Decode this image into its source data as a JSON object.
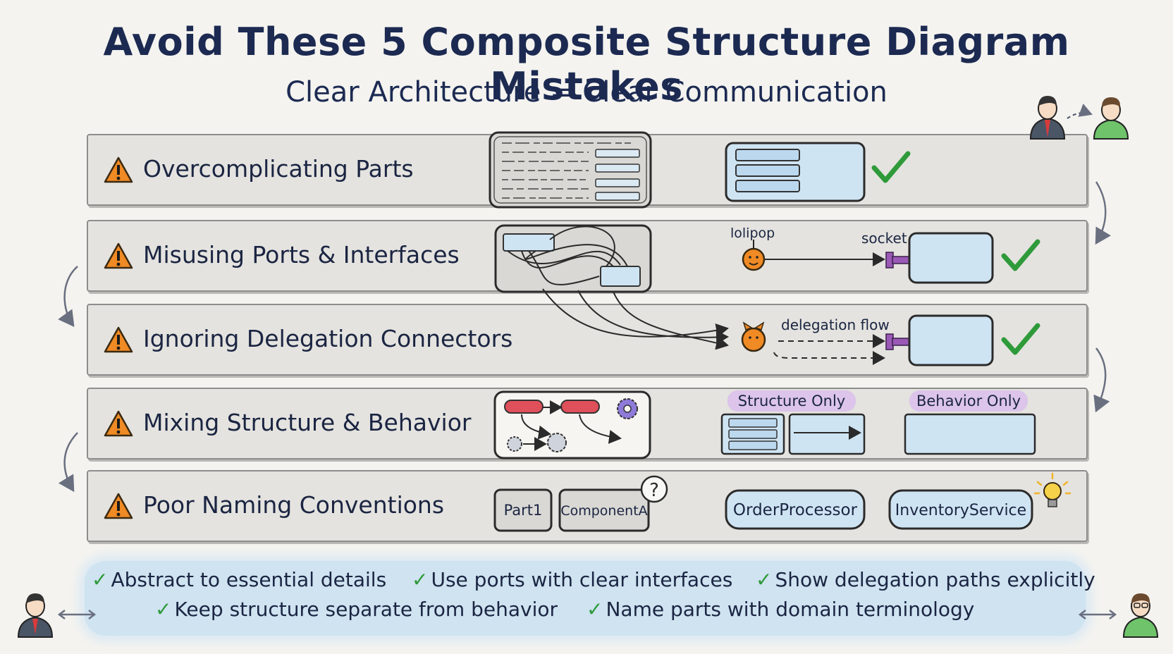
{
  "title": "Avoid These 5 Composite Structure Diagram Mistakes",
  "subtitle": "Clear Architecture = Clear Communication",
  "mistakes": [
    {
      "label": "Overcomplicating Parts"
    },
    {
      "label": "Misusing Ports & Interfaces"
    },
    {
      "label": "Ignoring Delegation Connectors"
    },
    {
      "label": "Mixing Structure & Behavior"
    },
    {
      "label": "Poor Naming Conventions"
    }
  ],
  "ports": {
    "lollipop_label": "lolipop",
    "socket_label": "socket"
  },
  "delegation": {
    "flow_label": "delegation flow"
  },
  "separation": {
    "structure_label": "Structure Only",
    "behavior_label": "Behavior Only"
  },
  "naming": {
    "bad_names": [
      "Part1",
      "ComponentA"
    ],
    "good_names": [
      "OrderProcessor",
      "InventoryService"
    ],
    "question_mark": "?"
  },
  "tips": [
    "Abstract to essential details",
    "Use ports with clear interfaces",
    "Show delegation paths explicitly",
    "Keep structure separate from behavior",
    "Name parts with domain terminology"
  ],
  "check_mark": "✓",
  "colors": {
    "accent_blue": "#cfe4f3",
    "check_green": "#2f9a3a",
    "warning_orange": "#f08a24",
    "port_purple": "#9b59b6",
    "title_navy": "#1c2a52"
  }
}
